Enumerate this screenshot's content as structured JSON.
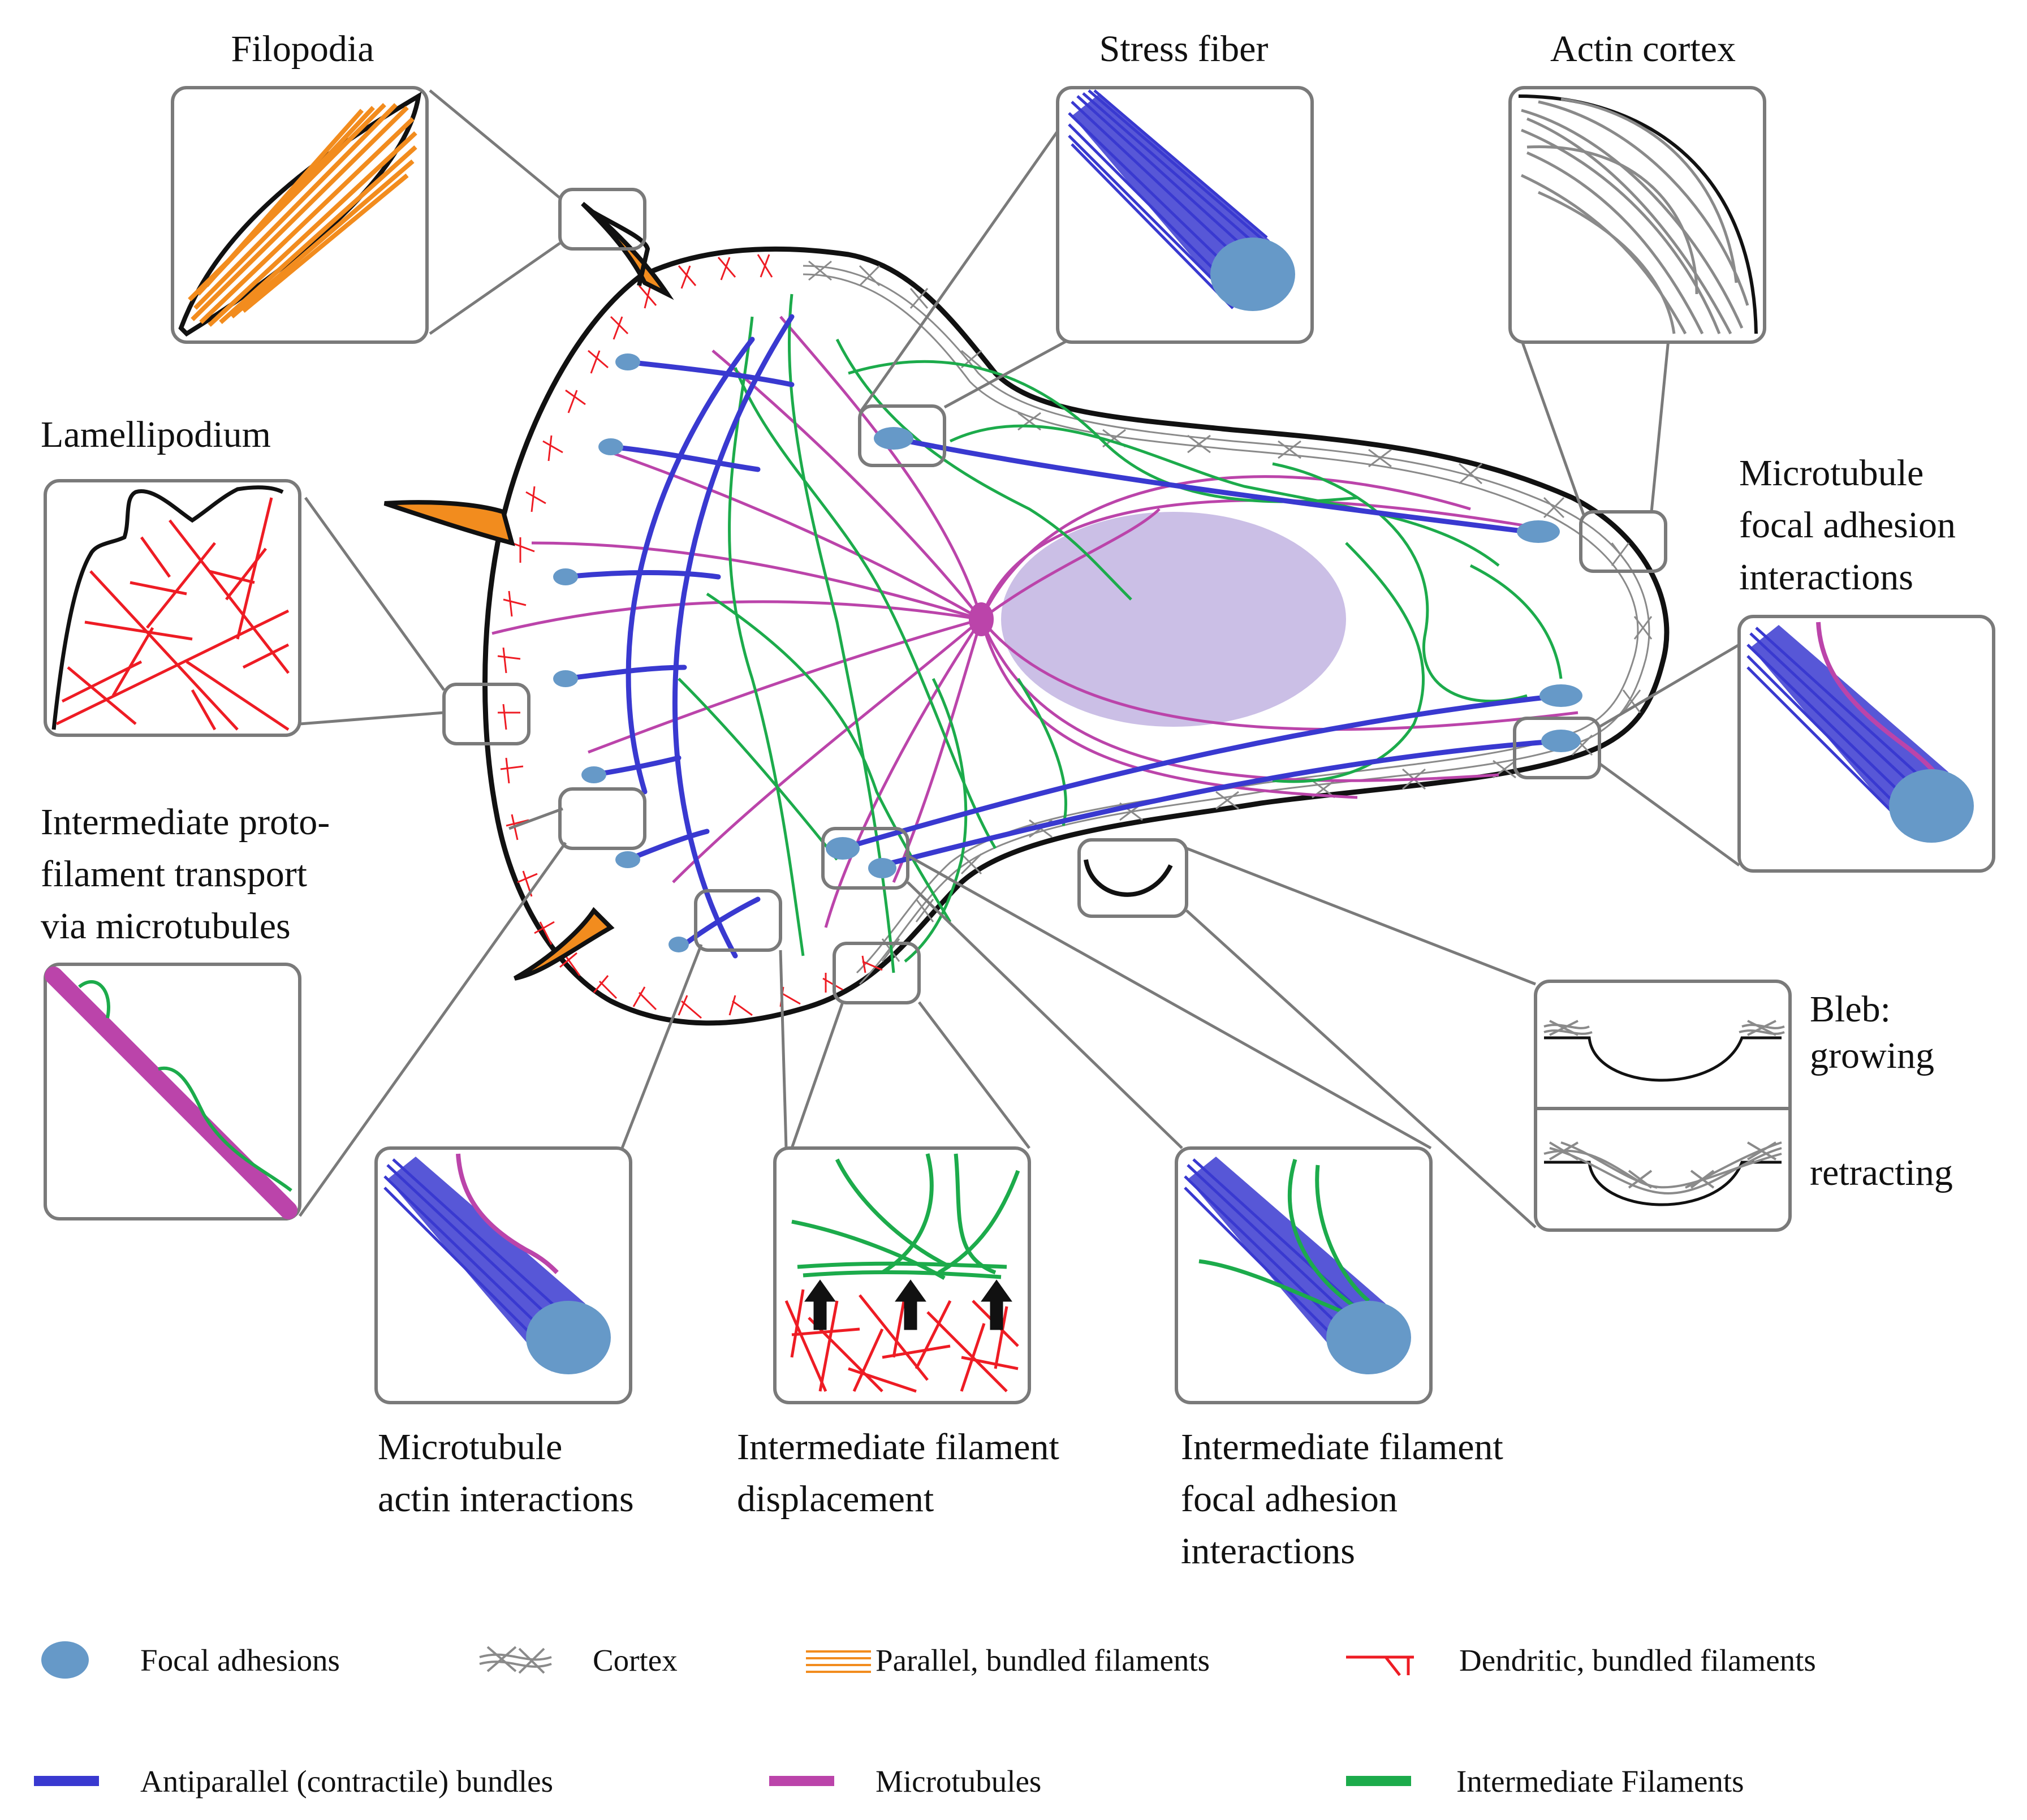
{
  "labels": {
    "filopodia": "Filopodia",
    "stress_fiber": "Stress fiber",
    "actin_cortex": "Actin cortex",
    "lamellipodium": "Lamellipodium",
    "mt_fa": [
      "Microtubule",
      "focal adhesion",
      "interactions"
    ],
    "if_transport": [
      "Intermediate proto-",
      "filament transport",
      "via microtubules"
    ],
    "mt_actin": [
      "Microtubule",
      "actin interactions"
    ],
    "if_displacement": [
      "Intermediate filament",
      "displacement"
    ],
    "if_fa": [
      "Intermediate filament",
      "focal adhesion",
      "interactions"
    ],
    "bleb_growing": [
      "Bleb:",
      "growing"
    ],
    "bleb_retracting": "retracting"
  },
  "legend": {
    "focal_adhesions": "Focal adhesions",
    "cortex": "Cortex",
    "parallel": "Parallel, bundled filaments",
    "dendritic": "Dendritic, bundled filaments",
    "antiparallel": "Antiparallel (contractile) bundles",
    "microtubules": "Microtubules",
    "intermediate": "Intermediate Filaments"
  },
  "colors": {
    "focal_adhesion": "#6699c8",
    "cortex": "#8a8a8a",
    "parallel": "#f28c1e",
    "dendritic": "#ee1c24",
    "antiparallel": "#3939d0",
    "microtubule": "#bb44aa",
    "intermediate": "#1cab4b",
    "nucleus": "#cbbfe6",
    "outline": "#111111",
    "box": "#7a7a7a"
  }
}
